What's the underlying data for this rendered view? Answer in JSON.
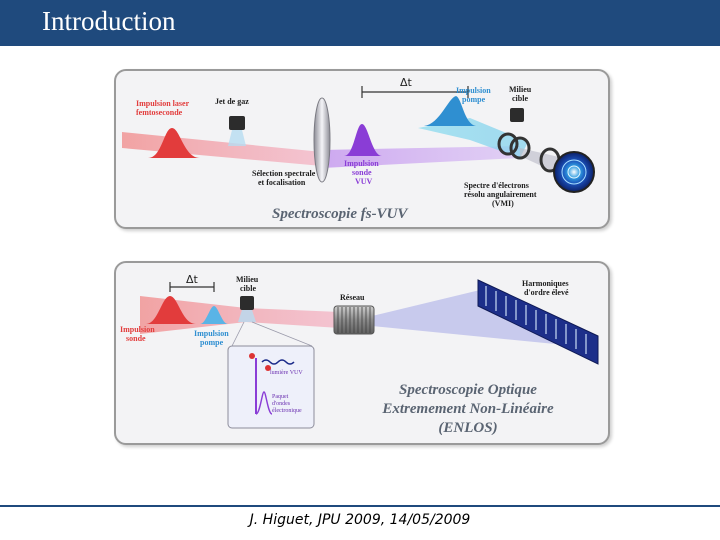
{
  "slide": {
    "title": "Introduction",
    "footer": "J. Higuet, JPU 2009, 14/05/2009"
  },
  "top_panel": {
    "caption": "Spectroscopie fs-VUV",
    "delay_label": "Δt",
    "labels": {
      "laser_line1": "Impulsion laser",
      "laser_line2": "femtoseconde",
      "gas_jet": "Jet de gaz",
      "selection_line1": "Sélection spectrale",
      "selection_line2": "et focalisation",
      "probe_line1": "Impulsion",
      "probe_line2": "sonde",
      "probe_line3": "VUV",
      "pump_line1": "Impulsion",
      "pump_line2": "pompe",
      "target_line1": "Milieu",
      "target_line2": "cible",
      "spectrum_line1": "Spectre d'électrons",
      "spectrum_line2": "résolu angulairement",
      "spectrum_line3": "(VMI)"
    }
  },
  "bottom_panel": {
    "caption_line1": "Spectroscopie Optique",
    "caption_line2": "Extremement Non-Linéaire",
    "caption_line3": "(ENLOS)",
    "delay_label": "Δt",
    "labels": {
      "target_line1": "Milieu",
      "target_line2": "cible",
      "grating": "Réseau",
      "harmonics_line1": "Harmoniques",
      "harmonics_line2": "d'ordre élevé",
      "probe_line1": "Impulsion",
      "probe_line2": "sonde",
      "pump_line1": "Impulsion",
      "pump_line2": "pompe",
      "vuv_light": "lumière VUV",
      "wavepacket_line1": "Paquet",
      "wavepacket_line2": "d'ondes",
      "wavepacket_line3": "électronique"
    }
  },
  "colors": {
    "title_bar": "#1f4a7d",
    "laser_red": "#e23c3c",
    "pump_blue": "#2f8fd1",
    "probe_purple": "#8a3dd6"
  }
}
